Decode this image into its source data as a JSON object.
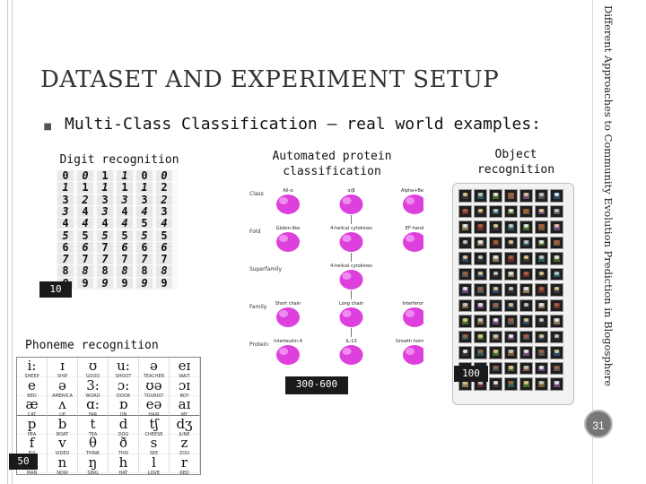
{
  "slide": {
    "title": "DATASET AND EXPERIMENT SETUP",
    "side_text": "Different Approaches to Community Evolution Prediction in Blogosphere",
    "bullet": "Multi-Class Classification – real world examples:",
    "page_number": "31"
  },
  "examples": {
    "digit": {
      "label": "Digit recognition",
      "count": "10"
    },
    "protein": {
      "label": "Automated protein classification",
      "count": "300-600"
    },
    "object": {
      "label": "Object recognition",
      "count": "100"
    },
    "phoneme": {
      "label": "Phoneme recognition",
      "count": "50"
    }
  },
  "phoneme_table": {
    "rows": [
      [
        {
          "s": "i:",
          "w": "SHEEP"
        },
        {
          "s": "ɪ",
          "w": "SHIP"
        },
        {
          "s": "ʊ",
          "w": "GOOD"
        },
        {
          "s": "u:",
          "w": "SHOOT"
        },
        {
          "s": "ə",
          "w": "TEACHER"
        },
        {
          "s": "eɪ",
          "w": "WAIT"
        }
      ],
      [
        {
          "s": "e",
          "w": "BED"
        },
        {
          "s": "ə",
          "w": "AMERICA"
        },
        {
          "s": "3:",
          "w": "WORD"
        },
        {
          "s": "ɔ:",
          "w": "DOOR"
        },
        {
          "s": "ʊə",
          "w": "TOURIST"
        },
        {
          "s": "ɔɪ",
          "w": "BOY"
        }
      ],
      [
        {
          "s": "æ",
          "w": "CAT"
        },
        {
          "s": "ʌ",
          "w": "UP"
        },
        {
          "s": "ɑ:",
          "w": "FAR"
        },
        {
          "s": "ɒ",
          "w": "ON"
        },
        {
          "s": "eə",
          "w": "HAIR"
        },
        {
          "s": "aɪ",
          "w": "MY"
        }
      ],
      [
        {
          "s": "p",
          "w": "PEA"
        },
        {
          "s": "b",
          "w": "BOAT"
        },
        {
          "s": "t",
          "w": "TEA"
        },
        {
          "s": "d",
          "w": "DOG"
        },
        {
          "s": "tʃ",
          "w": "CHEESE"
        },
        {
          "s": "dʒ",
          "w": "JUNE"
        }
      ],
      [
        {
          "s": "f",
          "w": "FLY"
        },
        {
          "s": "v",
          "w": "VIDEO"
        },
        {
          "s": "θ",
          "w": "THINK"
        },
        {
          "s": "ð",
          "w": "THIS"
        },
        {
          "s": "s",
          "w": "SEE"
        },
        {
          "s": "z",
          "w": "ZOO"
        }
      ],
      [
        {
          "s": "m",
          "w": "MAN"
        },
        {
          "s": "n",
          "w": "NOW"
        },
        {
          "s": "ŋ",
          "w": "SING"
        },
        {
          "s": "h",
          "w": "HAT"
        },
        {
          "s": "l",
          "w": "LOVE"
        },
        {
          "s": "r",
          "w": "RED"
        }
      ]
    ]
  },
  "digit_grid": {
    "rows": [
      [
        "0",
        "0",
        "1",
        "1",
        "0",
        "0"
      ],
      [
        "1",
        "1",
        "1",
        "1",
        "1",
        "2"
      ],
      [
        "3",
        "2",
        "3",
        "3",
        "3",
        "2"
      ],
      [
        "3",
        "4",
        "3",
        "4",
        "4",
        "3"
      ],
      [
        "4",
        "4",
        "4",
        "4",
        "5",
        "4"
      ],
      [
        "5",
        "5",
        "5",
        "5",
        "5",
        "5"
      ],
      [
        "6",
        "6",
        "7",
        "6",
        "6",
        "6"
      ],
      [
        "7",
        "7",
        "7",
        "7",
        "7",
        "7"
      ],
      [
        "8",
        "8",
        "8",
        "8",
        "8",
        "8"
      ],
      [
        "9",
        "9",
        "9",
        "9",
        "9",
        "9"
      ]
    ]
  },
  "protein_levels": [
    {
      "level": "Class",
      "items": [
        "All-α",
        "α/β",
        "Alpha+Beta"
      ]
    },
    {
      "level": "Fold",
      "items": [
        "Globin-like",
        "4-helical cytokines",
        "EF-hand"
      ]
    },
    {
      "level": "Superfamily",
      "items": [
        "4-helical cytokines"
      ]
    },
    {
      "level": "Family",
      "items": [
        "Short chain",
        "Long chain",
        "Interferons"
      ]
    },
    {
      "level": "Protein",
      "items": [
        "Interleukin-4",
        "IL-13",
        "Growth hormone"
      ]
    }
  ],
  "colors": {
    "badge": "#1a1a1a",
    "page_circle": "#777777",
    "protein_blob": "#d81fd8",
    "object_bg": "#2a2a2a"
  }
}
